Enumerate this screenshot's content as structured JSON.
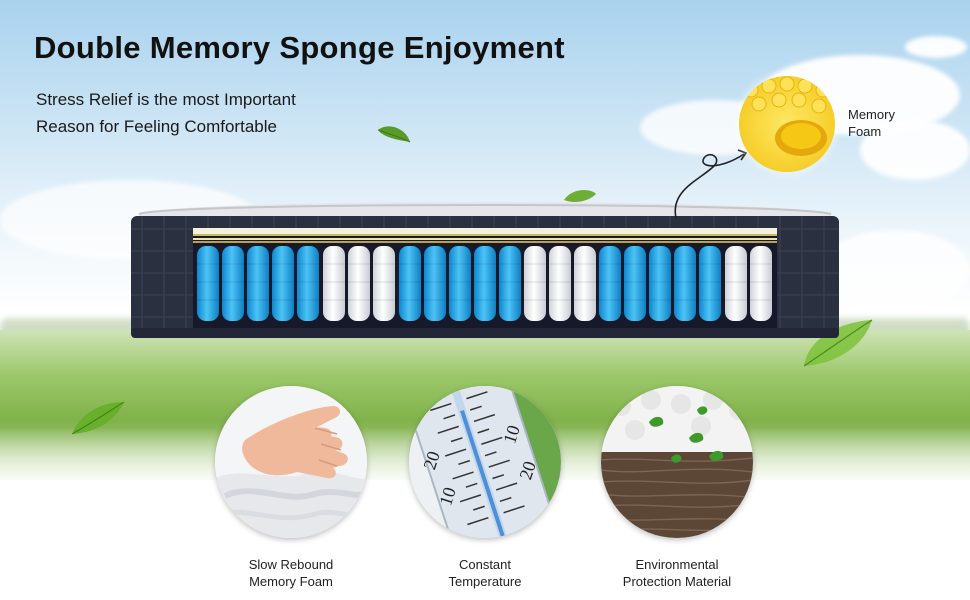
{
  "headline": "Double Memory Sponge Enjoyment",
  "subtitle": {
    "line1": "Stress Relief is the most Important",
    "line2": "Reason for Feeling Comfortable"
  },
  "callout": {
    "line1": "Memory",
    "line2": "Foam"
  },
  "features": [
    {
      "line1": "Slow Rebound",
      "line2": "Memory Foam",
      "icon": "hand-pressing-foam-icon"
    },
    {
      "line1": "Constant",
      "line2": "Temperature",
      "icon": "thermometer-icon"
    },
    {
      "line1": "Environmental",
      "line2": "Protection Material",
      "icon": "natural-fiber-icon"
    }
  ],
  "thermometer_marks": [
    "20",
    "10",
    "10",
    "20"
  ],
  "colors": {
    "coil_blue": "#1ea3e6",
    "coil_white": "#f2f2f2",
    "memory_foam": "#f7d21a",
    "mattress_border": "#2a2f40"
  }
}
